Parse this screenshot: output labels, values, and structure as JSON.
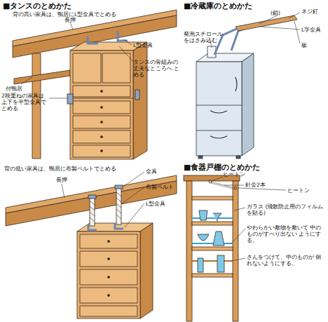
{
  "diagram": {
    "labels": [
      "■タンスのとめかた",
      "背の高い家具は、鴨居にL型金具でとめる",
      "長押",
      "L型金具",
      "タンスの骨組みの 丈夫なところへ とめる",
      "付鴨居",
      "2段重ねの家具は 上下を平型金具で とめる",
      "■冷蔵庫のとめかた",
      "発泡スチロール をはさみ込む",
      "(鎖)",
      "ネジ釘",
      "L字金具",
      "板",
      "背の低い家具は、鴨居に布製ベルトでとめる",
      "長押",
      "金具",
      "布製ベルト",
      "L型金具",
      "■食器戸棚のとめかた",
      "ヒートン",
      "針金2本",
      "ヒートン",
      "ガラス (飛散防止用のフィルムを貼る)",
      "やわらかい敷物を敷いて 中のものがすべり出ない ようにする。",
      "さんをつけて、中のものが 倒れないようにする。"
    ]
  }
}
